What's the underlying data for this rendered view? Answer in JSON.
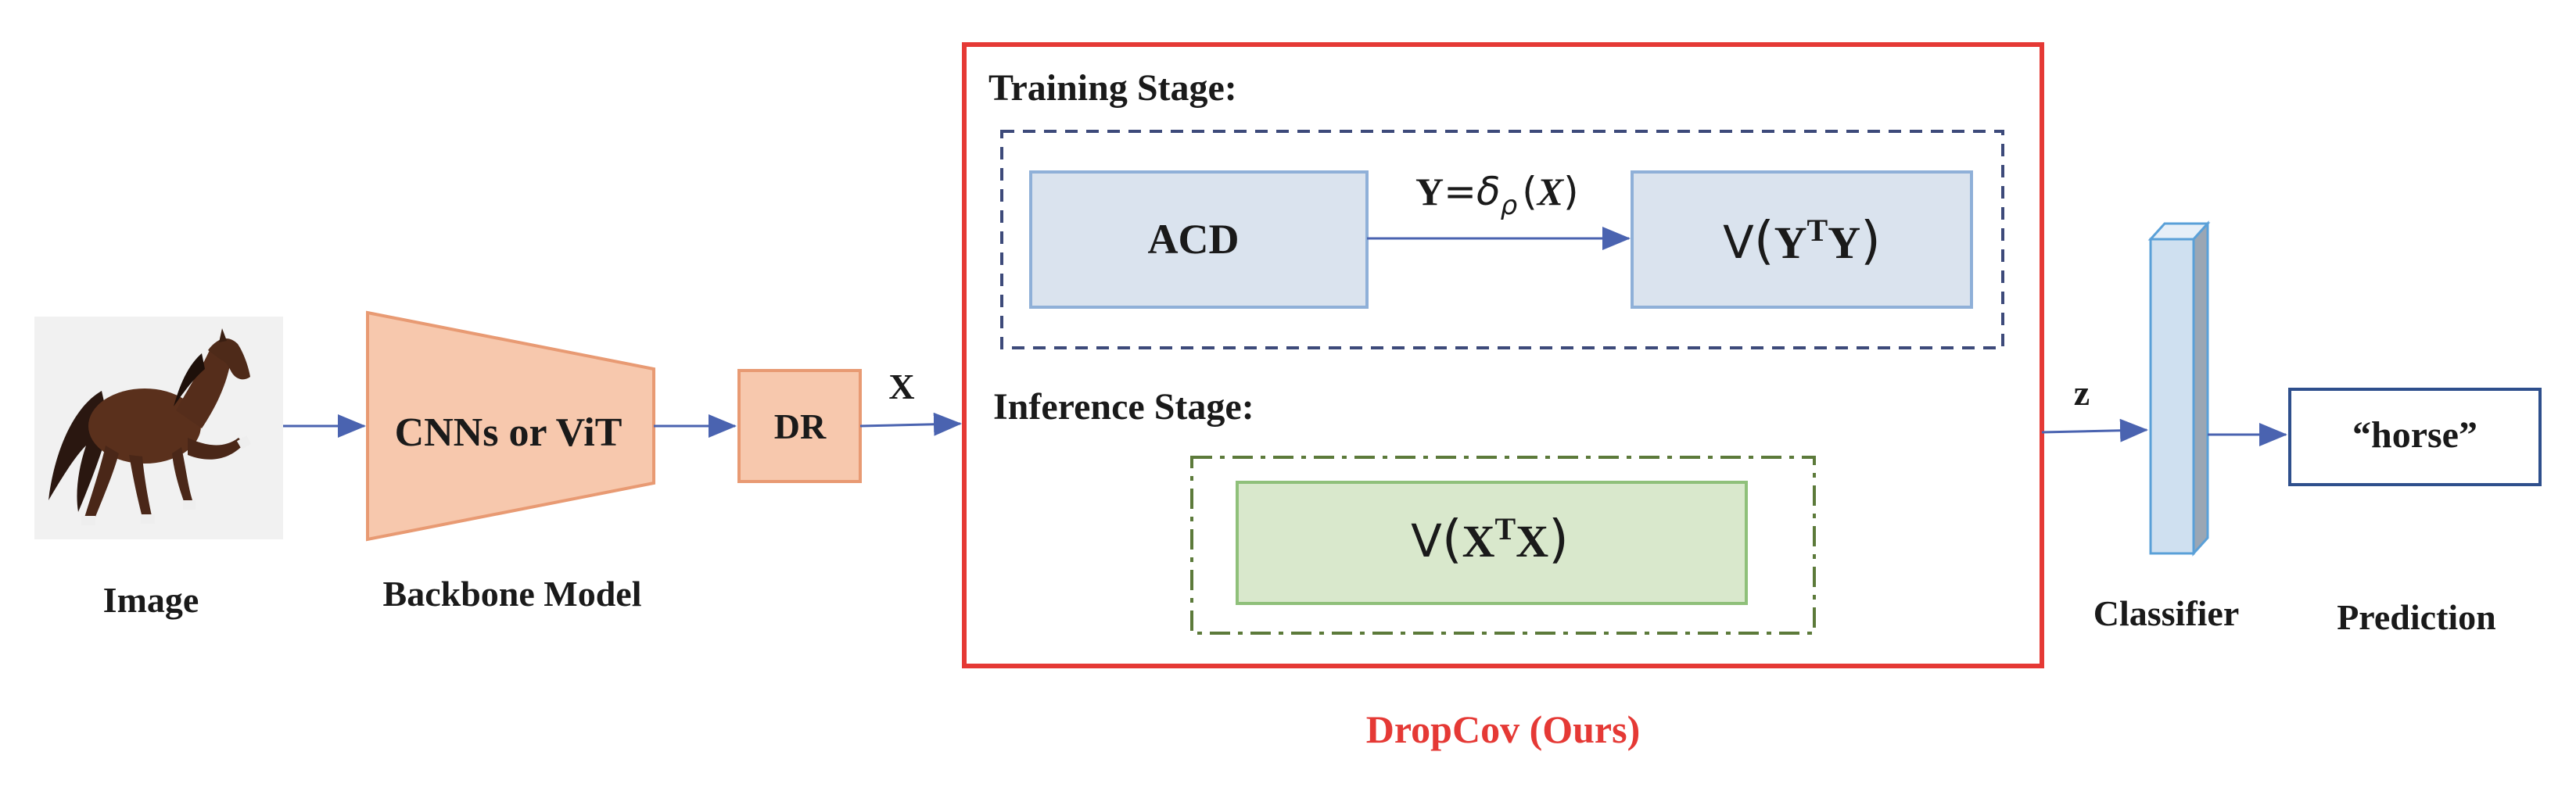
{
  "colors": {
    "arrow": "#4a63b0",
    "backbone_fill": "#f7c8ad",
    "backbone_stroke": "#e89a73",
    "acd_fill": "#dae3ee",
    "acd_stroke": "#8fb0d8",
    "inference_fill": "#d9e8cc",
    "inference_stroke": "#8fc07a",
    "dropcov_border": "#e53935",
    "training_dash": "#3d4a7a",
    "inference_dash": "#5c7a3a",
    "classifier_fill": "#cfe0f0",
    "classifier_stroke": "#5aa0d8",
    "prediction_stroke": "#2e4f8c"
  },
  "input": {
    "image_caption": "Image",
    "image_icon": "horse-icon"
  },
  "backbone": {
    "label": "CNNs or ViT",
    "caption": "Backbone Model"
  },
  "dr": {
    "label": "DR",
    "output_symbol": "X"
  },
  "dropcov": {
    "caption": "DropCov (Ours)",
    "training": {
      "stage_label": "Training Stage:",
      "acd_label": "ACD",
      "edge_lhs": "Y",
      "edge_eq": "=",
      "edge_delta": "δ",
      "edge_sub": "ρ",
      "edge_lparen": "(",
      "edge_arg": "X",
      "edge_rparen": ")",
      "op_v": "V",
      "op_lparen": "(",
      "op_base": "Y",
      "op_sup": "T",
      "op_arg": "Y",
      "op_rparen": ")"
    },
    "inference": {
      "stage_label": "Inference Stage:",
      "op_v": "V",
      "op_lparen": "(",
      "op_base": "X",
      "op_sup": "T",
      "op_arg": "X",
      "op_rparen": ")"
    }
  },
  "classifier": {
    "input_symbol": "z",
    "caption": "Classifier"
  },
  "prediction": {
    "label": "“horse”",
    "caption": "Prediction"
  }
}
